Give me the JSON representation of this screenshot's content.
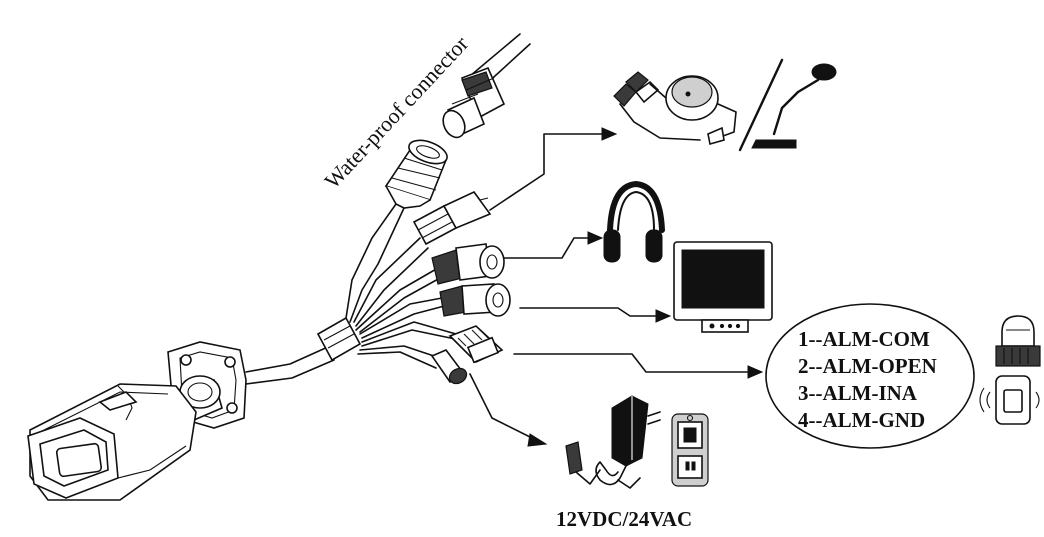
{
  "labels": {
    "waterproof_connector": "Water-proof connector",
    "power": "12VDC/24VAC"
  },
  "alarm_pins": [
    "1--ALM-COM",
    "2--ALM-OPEN",
    "3--ALM-INA",
    "4--ALM-GND"
  ],
  "icons": {
    "camera": "bullet-camera-icon",
    "network": "rj45-network-connector-icon",
    "microphone": "pickup-microphone-icon",
    "headphones": "headphones-icon",
    "monitor": "monitor-icon",
    "alarm": "alarm-siren-icon",
    "sensor": "alarm-sensor-icon",
    "adapter": "power-adapter-icon",
    "switch": "power-switch-icon"
  }
}
